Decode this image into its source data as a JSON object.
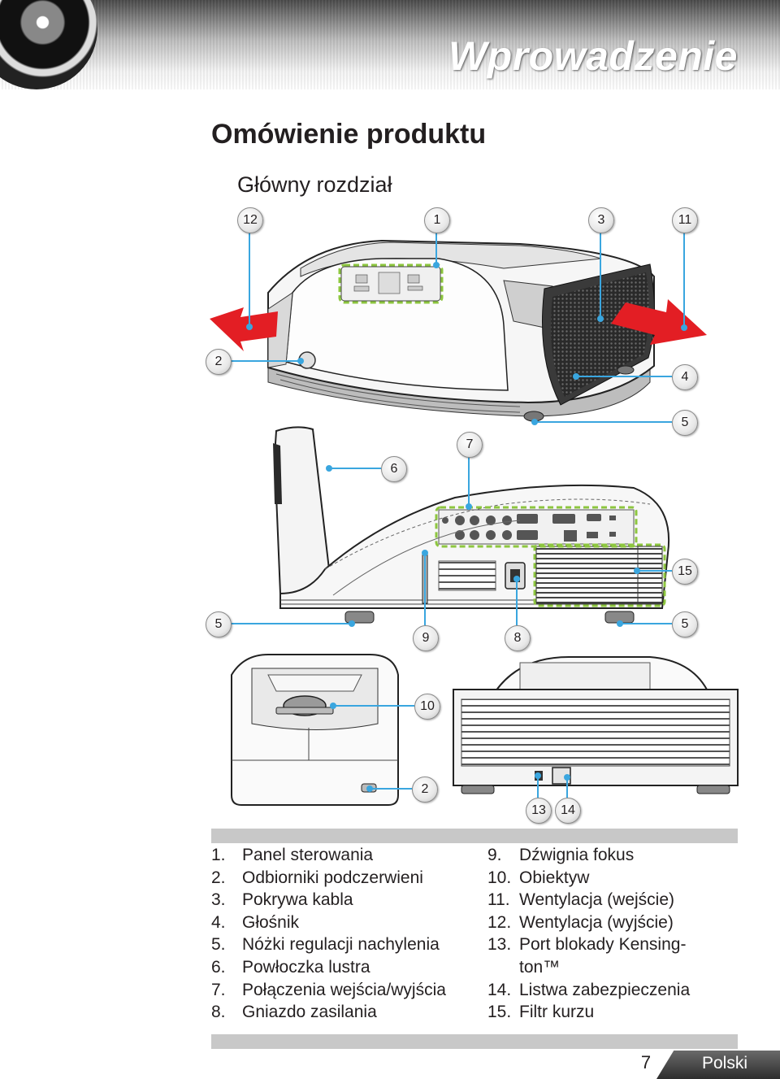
{
  "header": {
    "chapter_title": "Wprowadzenie"
  },
  "section": {
    "title": "Omówienie produktu",
    "subtitle": "Główny rozdział"
  },
  "callouts": [
    {
      "id": "c12a",
      "label": "12"
    },
    {
      "id": "c1",
      "label": "1"
    },
    {
      "id": "c3",
      "label": "3"
    },
    {
      "id": "c11",
      "label": "11"
    },
    {
      "id": "c2a",
      "label": "2"
    },
    {
      "id": "c4",
      "label": "4"
    },
    {
      "id": "c5a",
      "label": "5"
    },
    {
      "id": "c7",
      "label": "7"
    },
    {
      "id": "c6",
      "label": "6"
    },
    {
      "id": "c15",
      "label": "15"
    },
    {
      "id": "c5b",
      "label": "5"
    },
    {
      "id": "c9",
      "label": "9"
    },
    {
      "id": "c8",
      "label": "8"
    },
    {
      "id": "c5c",
      "label": "5"
    },
    {
      "id": "c10",
      "label": "10"
    },
    {
      "id": "c2b",
      "label": "2"
    },
    {
      "id": "c13",
      "label": "13"
    },
    {
      "id": "c14",
      "label": "14"
    }
  ],
  "legend": {
    "left": [
      {
        "num": "1.",
        "text": "Panel sterowania"
      },
      {
        "num": "2.",
        "text": "Odbiorniki podczerwieni"
      },
      {
        "num": "3.",
        "text": "Pokrywa kabla"
      },
      {
        "num": "4.",
        "text": "Głośnik"
      },
      {
        "num": "5.",
        "text": "Nóżki regulacji nachylenia"
      },
      {
        "num": "6.",
        "text": "Powłoczka lustra"
      },
      {
        "num": "7.",
        "text": "Połączenia wejścia/wyjścia"
      },
      {
        "num": "8.",
        "text": "Gniazdo zasilania"
      }
    ],
    "right": [
      {
        "num": "9.",
        "text": "Dźwignia fokus"
      },
      {
        "num": "10.",
        "text": "Obiektyw"
      },
      {
        "num": "11.",
        "text": "Wentylacja (wejście)"
      },
      {
        "num": "12.",
        "text": "Wentylacja (wyjście)"
      },
      {
        "num": "13.",
        "text": "Port blokady Kensing-"
      },
      {
        "num": "",
        "text": "ton™"
      },
      {
        "num": "14.",
        "text": "Listwa zabezpieczenia"
      },
      {
        "num": "15.",
        "text": "Filtr kurzu"
      }
    ]
  },
  "footer": {
    "page_number": "7",
    "language": "Polski"
  },
  "colors": {
    "leader_line": "#3aa6df",
    "highlight": "#8dc63f",
    "arrow": "#e31e24",
    "bar": "#c8c8c8"
  }
}
